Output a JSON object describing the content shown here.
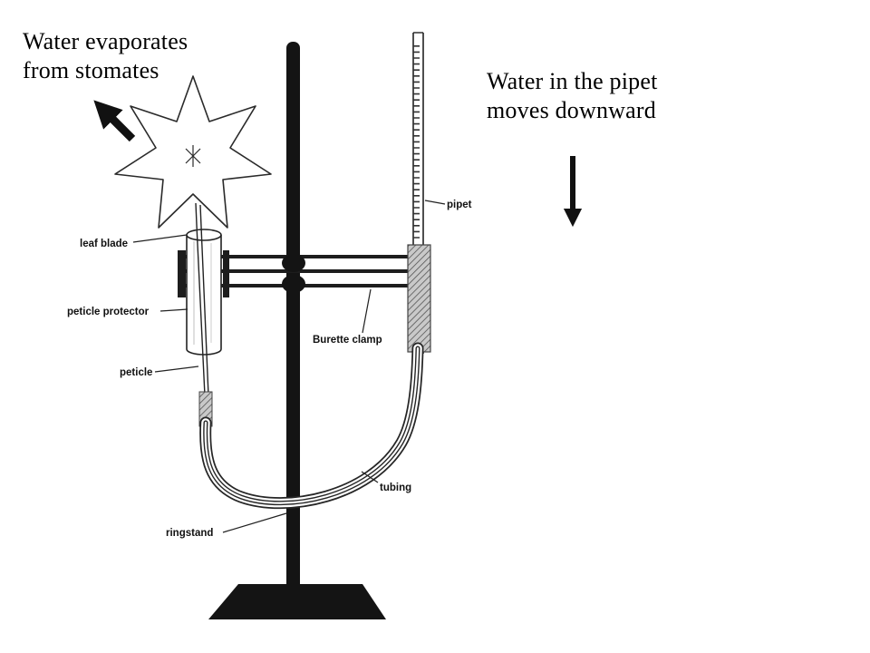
{
  "annotations": {
    "evaporation": {
      "line1": "Water evaporates",
      "line2": "from stomates"
    },
    "pipet_flow": {
      "line1": "Water in the pipet",
      "line2": "moves downward"
    }
  },
  "apparatus_labels": {
    "leaf_blade": "leaf blade",
    "petiole_protector": "peticle protector",
    "petiole": "peticle",
    "burette_clamp": "Burette clamp",
    "pipet": "pipet",
    "tubing": "tubing",
    "ringstand": "ringstand"
  },
  "icons": {
    "evaporation_arrow": "up-left-arrow",
    "flow_arrow": "down-arrow"
  },
  "colors": {
    "ink": "#1a1a1a",
    "background": "#ffffff"
  }
}
